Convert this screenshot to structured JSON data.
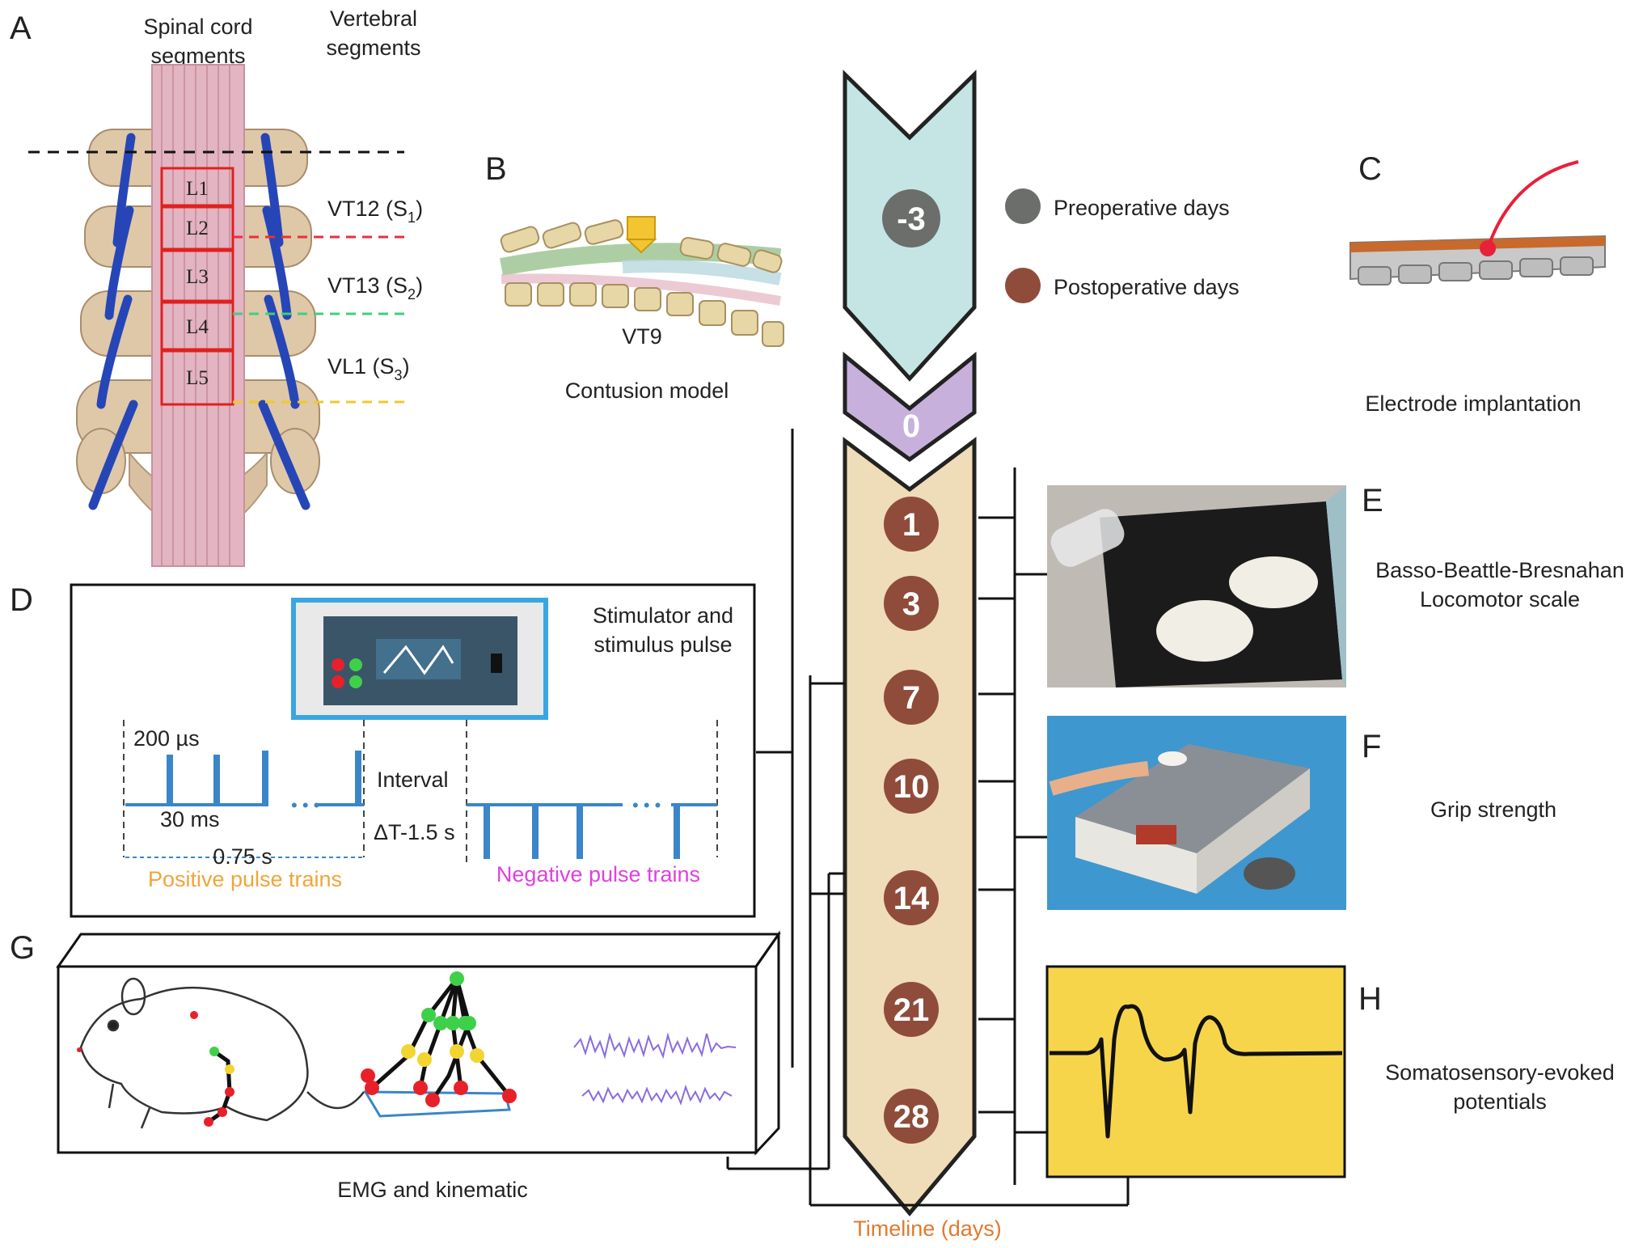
{
  "panels": {
    "a": "A",
    "b": "B",
    "c": "C",
    "d": "D",
    "e": "E",
    "f": "F",
    "g": "G",
    "h": "H"
  },
  "panel_a": {
    "header_cord": [
      "Spinal cord",
      "segments"
    ],
    "header_vert": [
      "Vertebral",
      "segments"
    ],
    "cord_segments": [
      "L1",
      "L2",
      "L3",
      "L4",
      "L5"
    ],
    "vertebral_labels": [
      {
        "text": "VT12 (S",
        "sub": "1",
        "close": ")"
      },
      {
        "text": "VT13 (S",
        "sub": "2",
        "close": ")"
      },
      {
        "text": "VL1 (S",
        "sub": "3",
        "close": ")"
      }
    ]
  },
  "panel_b": {
    "vertebra": "VT9",
    "caption": "Contusion model"
  },
  "panel_c": {
    "caption": "Electrode implantation"
  },
  "panel_d": {
    "caption": [
      "Stimulator and",
      "stimulus pulse"
    ],
    "pulse_width": "200 µs",
    "pulse_period": "30 ms",
    "train_duration": "0.75 s",
    "interval": "Interval",
    "delta": "ΔT-1.5 s",
    "positive": "Positive pulse trains",
    "negative": "Negative pulse trains",
    "ellipsis": "• • •"
  },
  "panel_e": {
    "caption": [
      "Basso-Beattle-Bresnahan",
      "Locomotor scale"
    ]
  },
  "panel_f": {
    "caption": "Grip strength"
  },
  "panel_g": {
    "caption": "EMG and kinematic"
  },
  "panel_h": {
    "caption": [
      "Somatosensory-evoked",
      "potentials"
    ]
  },
  "legend": {
    "pre": "Preoperative days",
    "post": "Postoperative days"
  },
  "timeline": {
    "title": "Timeline (days)",
    "pre_day": "-3",
    "surgery_day": "0",
    "post_days": [
      "1",
      "3",
      "7",
      "10",
      "14",
      "21",
      "28"
    ]
  },
  "colors": {
    "pre_arrow": "#c5e5e4",
    "surgery_arrow": "#c7b1dc",
    "post_arrow": "#efdcb8",
    "pre_circle": "#6b6e6b",
    "post_circle": "#8f4c3a",
    "timeline_title": "#e07a2e",
    "positive_train": "#f0a53a",
    "negative_train": "#e040e0",
    "pulse_line": "#3a86c8",
    "sep_panel": "#f6d54a",
    "segment_box": "#e02020"
  }
}
